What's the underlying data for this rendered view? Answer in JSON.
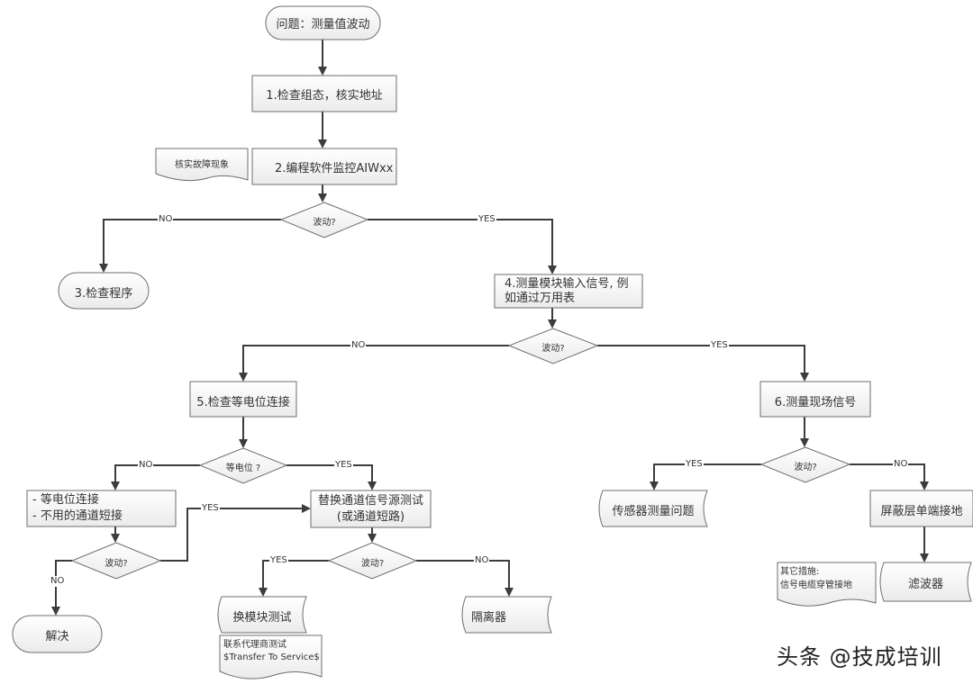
{
  "diagram": {
    "title": "问题：测量值波动",
    "nodes": {
      "start": "问题：测量值波动",
      "step1": "1.检查组态，核实地址",
      "step2": "2.编程软件监控AIWxx",
      "note_verify": "核实故障现象",
      "decision1": "波动?",
      "step3": "3.检查程序",
      "step4_line1": "4.测量模块输入信号, 例",
      "step4_line2": "如通过万用表",
      "decision2": "波动?",
      "step5": "5.检查等电位连接",
      "step6": "6.测量现场信号",
      "decision_equipotential": "等电位 ?",
      "equip_list_line1": "- 等电位连接",
      "equip_list_line2": "- 不用的通道短接",
      "decision5": "波动?",
      "solve": "解决",
      "replace_line1": "替换通道信号源测试",
      "replace_line2": "(或通道短路)",
      "decision6": "波动?",
      "swap_module": "换模块测试",
      "agent_line1": "联系代理商测试",
      "agent_line2": "$Transfer To Service$",
      "isolator": "隔离器",
      "decision4": "波动?",
      "sensor_issue": "传感器测量问题",
      "shield_ground": "屏蔽层单端接地",
      "filter": "滤波器",
      "other_line1": "其它措施:",
      "other_line2": "信号电缆穿管接地"
    },
    "edges": {
      "d1_no": "NO",
      "d1_yes": "YES",
      "d2_no": "NO",
      "d2_yes": "YES",
      "deq_no": "NO",
      "deq_yes": "YES",
      "d5_yes": "YES",
      "d5_no": "NO",
      "d6_yes": "YES",
      "d6_no": "NO",
      "d4_yes": "YES",
      "d4_no": "NO"
    }
  },
  "watermark": "头条 @技成培训"
}
